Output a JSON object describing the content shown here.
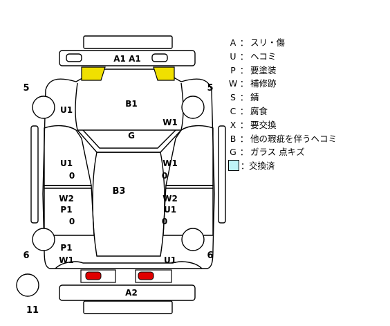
{
  "diagram": {
    "front_bumper": "A1 A1",
    "hood": "B1",
    "windshield": "G",
    "roof": "B3",
    "rear_bumper": "A2",
    "left_front_fender": "U1",
    "right_front_fender": "W1",
    "left_front_door": "U1",
    "left_front_door_sub": "0",
    "right_front_door": "W1",
    "right_front_door_sub": "0",
    "left_rear_door_top": "W2",
    "left_rear_door_mid": "P1",
    "left_rear_door_sub": "0",
    "right_rear_door_top": "W2",
    "right_rear_door_mid": "U1",
    "right_rear_door_sub": "0",
    "left_rear_quarter_top": "P1",
    "left_rear_quarter_bottom": "W1",
    "right_rear_quarter": "U1",
    "wheel_front_left": "5",
    "wheel_front_right": "5",
    "wheel_rear_left": "6",
    "wheel_rear_right": "6",
    "spare_tire": "11"
  },
  "legend": [
    {
      "code": "A",
      "label": "スリ・傷"
    },
    {
      "code": "U",
      "label": "ヘコミ"
    },
    {
      "code": "P",
      "label": "要塗装"
    },
    {
      "code": "W",
      "label": "補修跡"
    },
    {
      "code": "S",
      "label": "錆"
    },
    {
      "code": "C",
      "label": "腐食"
    },
    {
      "code": "X",
      "label": "要交換"
    },
    {
      "code": "B",
      "label": "他の瑕疵を伴うヘコミ"
    },
    {
      "code": "G",
      "label": "ガラス 点キズ"
    }
  ],
  "legend_swatch_label": "交換済",
  "colors": {
    "headlight": "#f0e000",
    "taillight": "#e00000",
    "replaced": "#bff4f7"
  }
}
